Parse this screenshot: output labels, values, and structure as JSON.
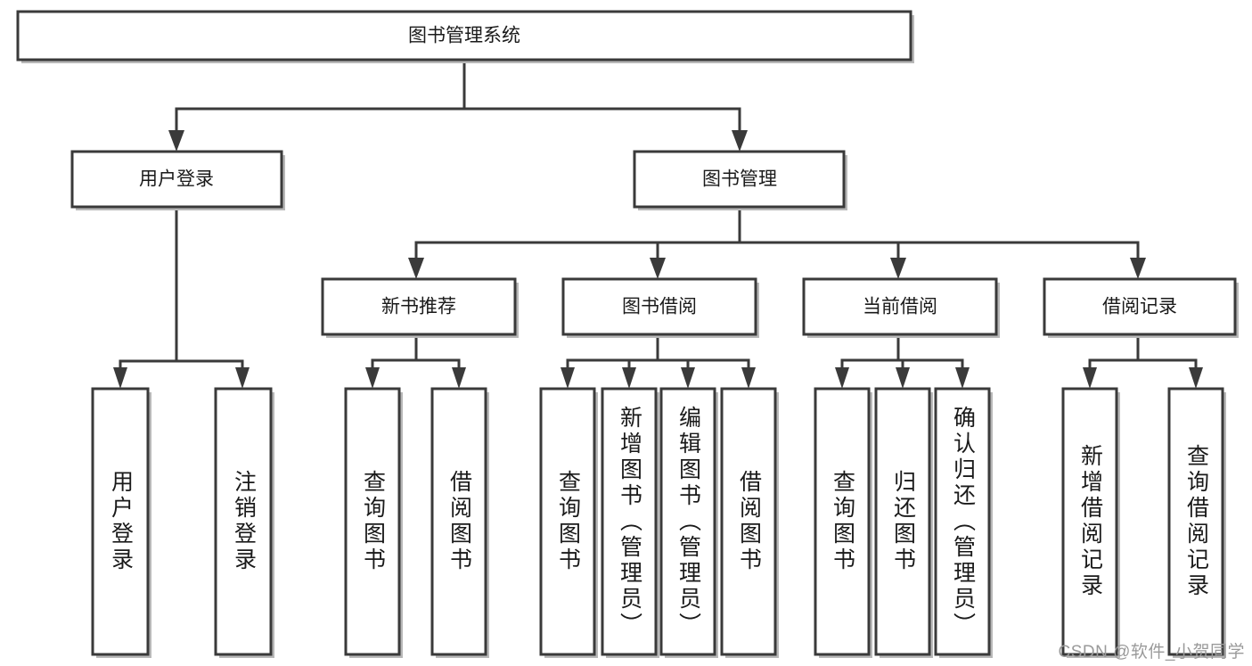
{
  "diagram": {
    "type": "tree-hierarchy",
    "title": "图书管理系统",
    "watermark": "CSDN @软件_小贺同学",
    "colors": {
      "box_stroke": "#3a3a3a",
      "box_fill": "#ffffff",
      "box_shadow": "#b8b8b8",
      "text": "#1a1a1a",
      "watermark": "#9a9a9a",
      "background": "#ffffff"
    },
    "root": {
      "label": "图书管理系统"
    },
    "level2": [
      {
        "label": "用户登录"
      },
      {
        "label": "图书管理"
      }
    ],
    "level3": [
      {
        "label": "新书推荐"
      },
      {
        "label": "图书借阅"
      },
      {
        "label": "当前借阅"
      },
      {
        "label": "借阅记录"
      }
    ],
    "leaves": {
      "user_login": [
        {
          "label": "用户登录"
        },
        {
          "label": "注销登录"
        }
      ],
      "new_book_recommend": [
        {
          "label": "查询图书"
        },
        {
          "label": "借阅图书"
        }
      ],
      "book_borrow": [
        {
          "label": "查询图书"
        },
        {
          "label": "新增图书（管理员）"
        },
        {
          "label": "编辑图书（管理员）"
        },
        {
          "label": "借阅图书"
        }
      ],
      "current_borrow": [
        {
          "label": "查询图书"
        },
        {
          "label": "归还图书"
        },
        {
          "label": "确认归还（管理员）"
        }
      ],
      "borrow_record": [
        {
          "label": "新增借阅记录"
        },
        {
          "label": "查询借阅记录"
        }
      ]
    }
  }
}
